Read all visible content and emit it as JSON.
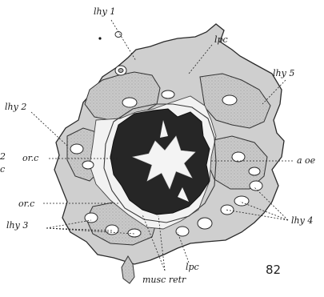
{
  "labels": {
    "lhy1": "lhy 1",
    "lpc_top": "lpc",
    "lhy5": "lhy 5",
    "lhy2": "lhy 2",
    "orc_upper": "or.c",
    "aoe": "a oe",
    "orc_lower": "or.c",
    "lhy4": "lhy 4",
    "lhy3": "lhy 3",
    "lpc_bottom": "lpc",
    "musc_retr": "musc retr",
    "edge_2": "2",
    "edge_c": "c"
  },
  "figure_number": "82"
}
